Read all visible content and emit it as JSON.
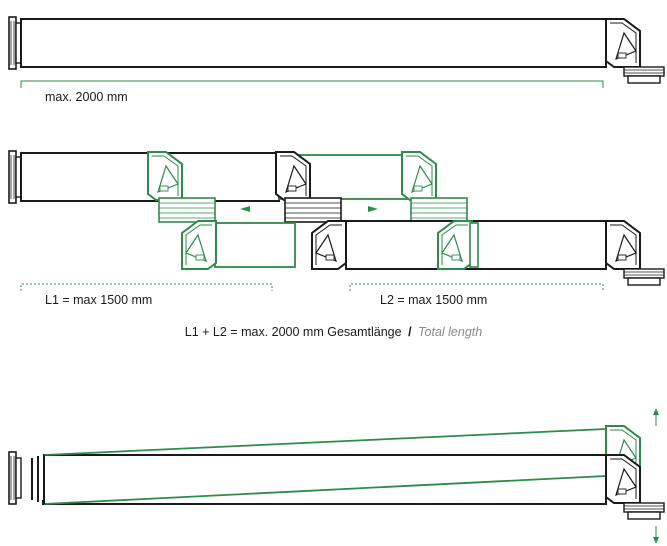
{
  "colors": {
    "outline": "#1a1a1a",
    "accent_green": "#2e8b4a",
    "muted_text": "#8a8a8a"
  },
  "diagram1": {
    "label": "max. 2000 mm"
  },
  "diagram2": {
    "label_l1": "L1 = max 1500 mm",
    "label_l2": "L2 = max 1500 mm",
    "total_de": "L1 + L2 = max. 2000 mm Gesamtlänge",
    "total_sep": "/",
    "total_en": "Total length"
  },
  "diagram3": {},
  "icons": [
    "wall-bracket-icon",
    "corner-joint-icon",
    "arrow-left-icon",
    "arrow-right-icon",
    "arrow-up-icon",
    "arrow-down-icon"
  ]
}
